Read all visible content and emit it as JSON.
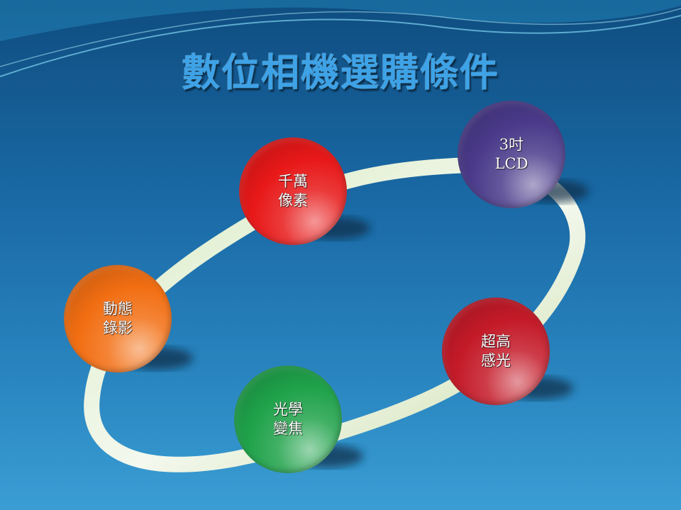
{
  "title": "數位相機選購條件",
  "nodes": [
    {
      "id": "megapixel",
      "line1": "千萬",
      "line2": "像素",
      "color": "#e81818"
    },
    {
      "id": "lcd",
      "line1": "3吋",
      "line2": "LCD",
      "color": "#4a3a8a"
    },
    {
      "id": "iso",
      "line1": "超高",
      "line2": "感光",
      "color": "#c41a28"
    },
    {
      "id": "zoom",
      "line1": "光學",
      "line2": "變焦",
      "color": "#1fa24a"
    },
    {
      "id": "video",
      "line1": "動態",
      "line2": "錄影",
      "color": "#f26e12"
    }
  ],
  "ring_color": "#e6f2dc"
}
